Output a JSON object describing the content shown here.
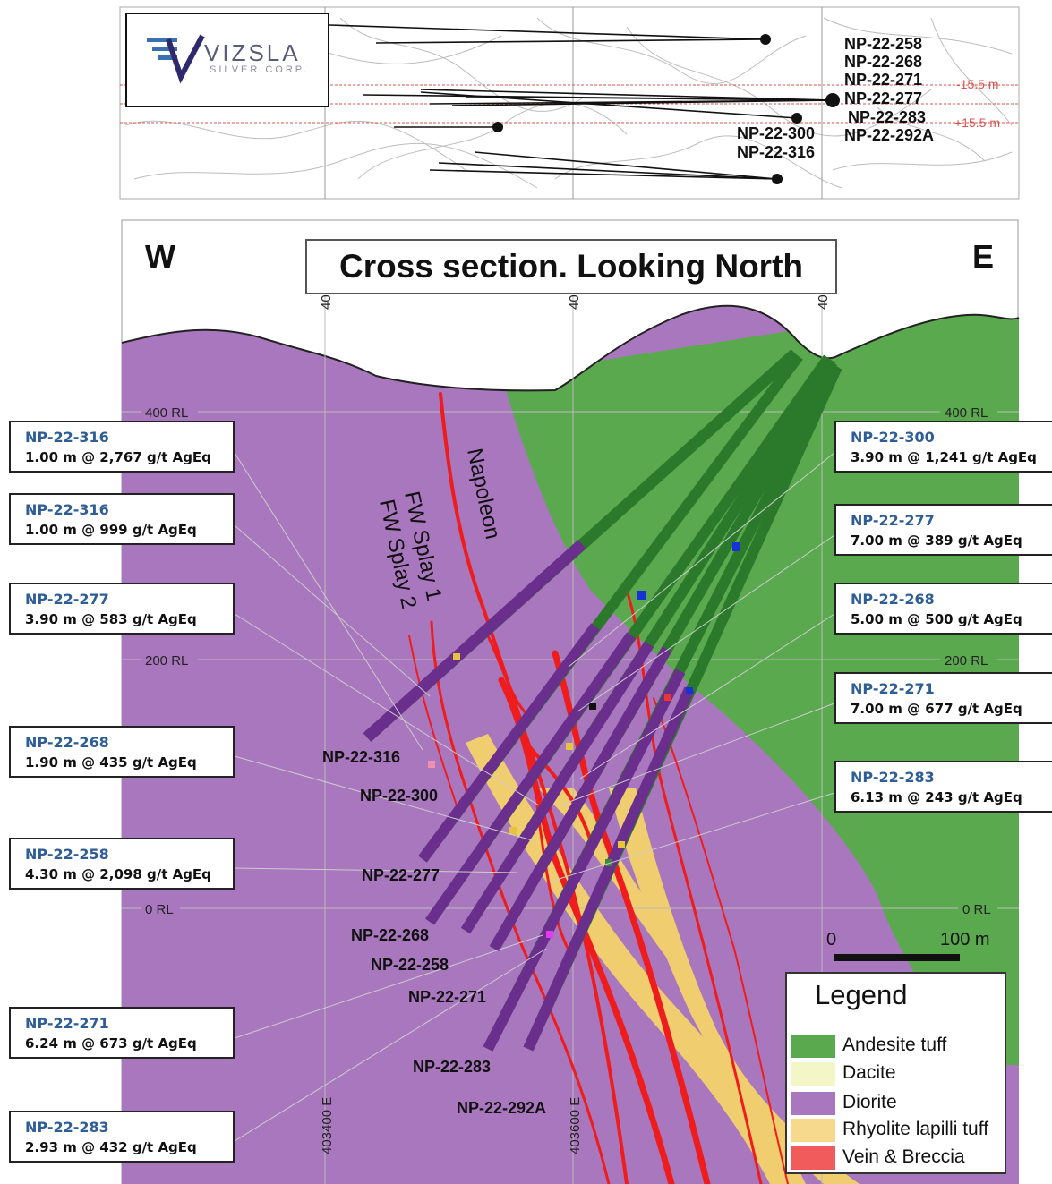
{
  "logo": {
    "brand": "VIZSLA",
    "sub": "SILVER CORP."
  },
  "plan_view": {
    "hole_labels_right": [
      "NP-22-258",
      "NP-22-268",
      "NP-22-271",
      "NP-22-277",
      "NP-22-283",
      "NP-22-292A"
    ],
    "hole_labels_mid": [
      "NP-22-300",
      "NP-22-316"
    ],
    "offsets": [
      "-15.5 m",
      "+15.5 m"
    ]
  },
  "section": {
    "title": "Cross section. Looking North",
    "west": "W",
    "east": "E",
    "rl_labels": [
      "400 RL",
      "200 RL",
      "0 RL"
    ],
    "easting_labels": [
      "403400 E",
      "403600 E"
    ],
    "easting_top": [
      "40",
      "40",
      "40"
    ],
    "structure_labels": [
      "Napoleon",
      "FW Splay 1",
      "FW Splay 2"
    ],
    "hole_labels": [
      "NP-22-316",
      "NP-22-300",
      "NP-22-277",
      "NP-22-268",
      "NP-22-258",
      "NP-22-271",
      "NP-22-283",
      "NP-22-292A"
    ],
    "scale": {
      "start": "0",
      "end": "100 m"
    }
  },
  "callouts_left": [
    {
      "id": "NP-22-316",
      "value": "1.00 m @ 2,767 g/t AgEq"
    },
    {
      "id": "NP-22-316",
      "value": "1.00 m @ 999 g/t AgEq"
    },
    {
      "id": "NP-22-277",
      "value": "3.90 m @ 583 g/t AgEq"
    },
    {
      "id": "NP-22-268",
      "value": "1.90 m @ 435 g/t AgEq"
    },
    {
      "id": "NP-22-258",
      "value": "4.30 m @ 2,098 g/t AgEq"
    },
    {
      "id": "NP-22-271",
      "value": "6.24 m @ 673 g/t AgEq"
    },
    {
      "id": "NP-22-283",
      "value": "2.93 m @ 432 g/t AgEq"
    }
  ],
  "callouts_right": [
    {
      "id": "NP-22-300",
      "value": "3.90 m @ 1,241 g/t AgEq"
    },
    {
      "id": "NP-22-277",
      "value": "7.00 m @ 389 g/t AgEq"
    },
    {
      "id": "NP-22-268",
      "value": "5.00 m @ 500 g/t AgEq"
    },
    {
      "id": "NP-22-271",
      "value": "7.00 m @ 677 g/t AgEq"
    },
    {
      "id": "NP-22-283",
      "value": "6.13 m @ 243 g/t AgEq"
    }
  ],
  "legend": {
    "title": "Legend",
    "items": [
      {
        "label": "Andesite tuff",
        "color": "#5aa94f"
      },
      {
        "label": "Dacite",
        "color": "#f3f7c8"
      },
      {
        "label": "Diorite",
        "color": "#a977be"
      },
      {
        "label": "Rhyolite lapilli tuff",
        "color": "#f6d98c"
      },
      {
        "label": "Vein & Breccia",
        "color": "#f15b5b"
      }
    ]
  },
  "colors": {
    "andesite": "#5aa94f",
    "diorite": "#a977be",
    "rhyolite": "#f0cd6e",
    "vein": "#ee1c1c",
    "callout_id": "#2e5e94"
  }
}
